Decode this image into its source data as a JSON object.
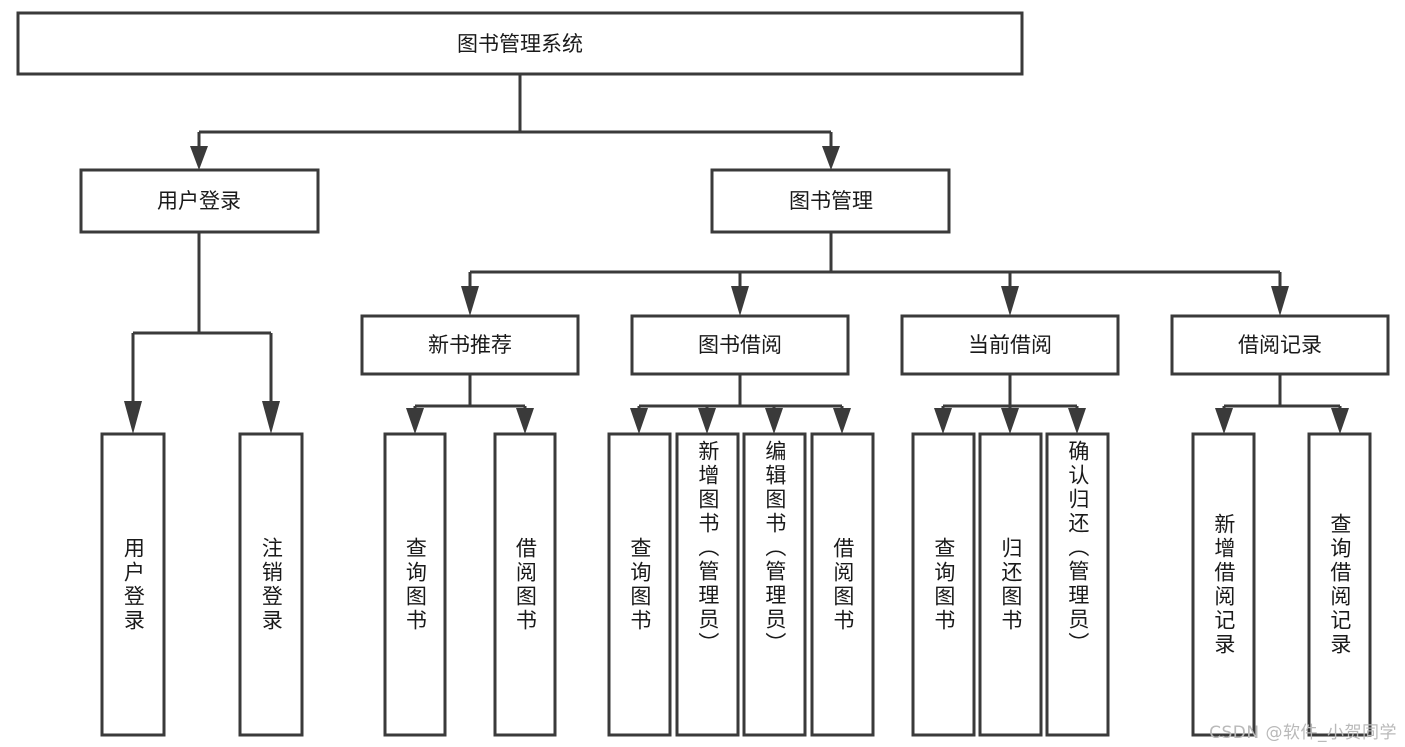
{
  "diagram": {
    "title": "图书管理系统",
    "type": "tree-hierarchy-diagram",
    "watermark": "CSDN @软件_小贺同学",
    "colors": {
      "background": "#ffffff",
      "stroke": "#3a3a3a",
      "text": "#1a1a1a",
      "watermark": "#b9b9b9"
    },
    "root": {
      "id": "root",
      "label": "图书管理系统"
    },
    "level2": [
      {
        "id": "user-login",
        "label": "用户登录"
      },
      {
        "id": "book-manage",
        "label": "图书管理"
      }
    ],
    "level3": [
      {
        "id": "new-book-recommend",
        "label": "新书推荐",
        "parent": "book-manage"
      },
      {
        "id": "book-borrow",
        "label": "图书借阅",
        "parent": "book-manage"
      },
      {
        "id": "current-borrow",
        "label": "当前借阅",
        "parent": "book-manage"
      },
      {
        "id": "borrow-record",
        "label": "借阅记录",
        "parent": "book-manage"
      }
    ],
    "leaves": [
      {
        "id": "leaf-user-login",
        "label": "用户登录",
        "parent": "user-login"
      },
      {
        "id": "leaf-user-logout",
        "label": "注销登录",
        "parent": "user-login"
      },
      {
        "id": "leaf-query-book-1",
        "label": "查询图书",
        "parent": "new-book-recommend"
      },
      {
        "id": "leaf-borrow-book-1",
        "label": "借阅图书",
        "parent": "new-book-recommend"
      },
      {
        "id": "leaf-query-book-2",
        "label": "查询图书",
        "parent": "book-borrow"
      },
      {
        "id": "leaf-add-book",
        "label": "新增图书（管理员）",
        "parent": "book-borrow"
      },
      {
        "id": "leaf-edit-book",
        "label": "编辑图书（管理员）",
        "parent": "book-borrow"
      },
      {
        "id": "leaf-borrow-book-2",
        "label": "借阅图书",
        "parent": "book-borrow"
      },
      {
        "id": "leaf-query-book-3",
        "label": "查询图书",
        "parent": "current-borrow"
      },
      {
        "id": "leaf-return-book",
        "label": "归还图书",
        "parent": "current-borrow"
      },
      {
        "id": "leaf-confirm-return",
        "label": "确认归还（管理员）",
        "parent": "current-borrow"
      },
      {
        "id": "leaf-add-record",
        "label": "新增借阅记录",
        "parent": "borrow-record"
      },
      {
        "id": "leaf-query-record",
        "label": "查询借阅记录",
        "parent": "borrow-record"
      }
    ]
  }
}
